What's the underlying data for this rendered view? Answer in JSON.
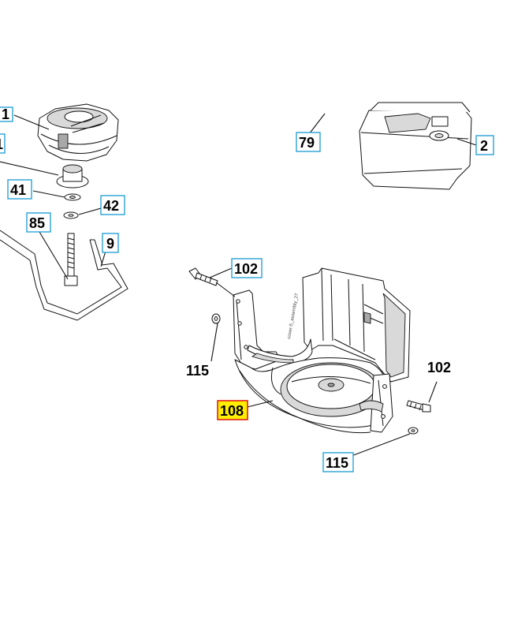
{
  "callouts": {
    "c_partial_top": "1",
    "c_partial_left": "1",
    "c79": "79",
    "c2": "2",
    "c41": "41",
    "c42": "42",
    "c85": "85",
    "c9": "9",
    "c102_upper": "102",
    "c115_left": "115",
    "c108": "108",
    "c102_right": "102",
    "c115_bottom": "115"
  },
  "small_text": {
    "cover_code": "cover-5_assembly_27"
  },
  "highlighted_part": "108",
  "colors": {
    "callout_border": "#29a3d6",
    "highlight_fill": "#ffee00",
    "highlight_border": "#e02020",
    "line": "#111111"
  }
}
